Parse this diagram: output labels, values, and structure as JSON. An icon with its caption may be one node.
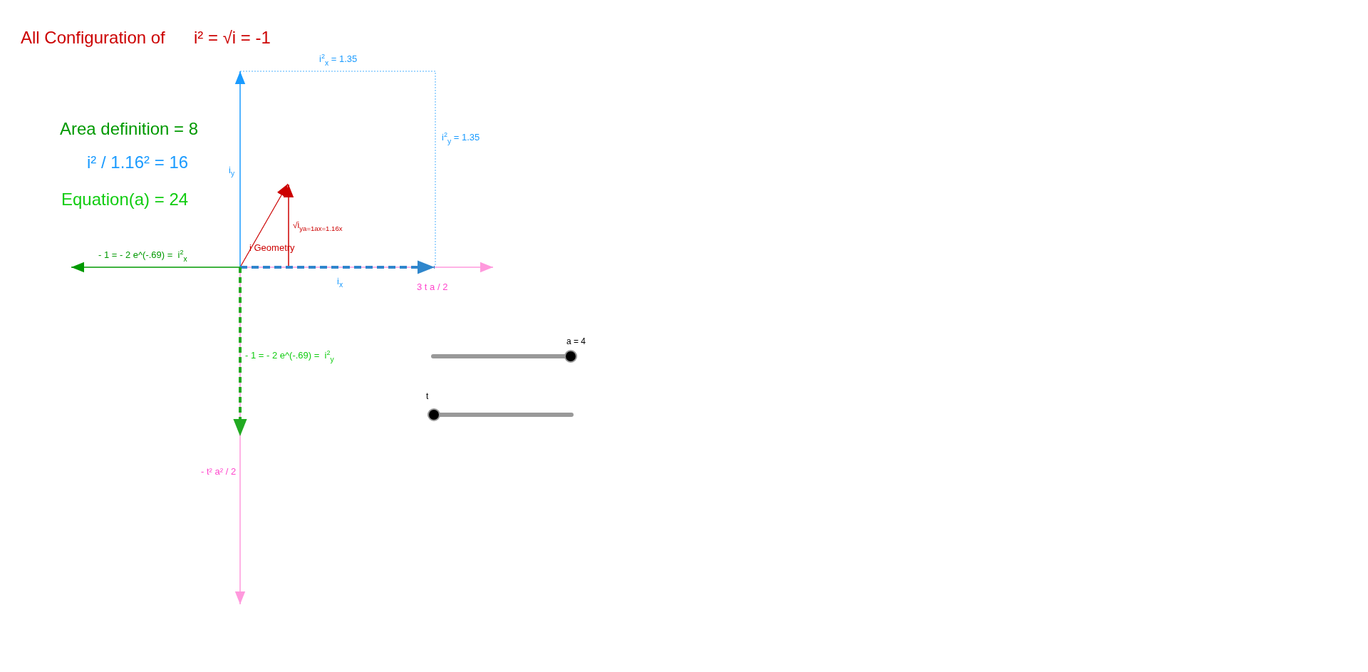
{
  "diagram": {
    "title": "All Configuration of",
    "labels": [
      "i² = √i = -1",
      "i$^{2}$$_{x}$ = 1.35",
      "Area definition = 8",
      "i$^{2}$$_{y}$ = 1.35",
      "i² / 1.16² = 16",
      "i$_{y}$",
      "Equation(a) = 24",
      "√i$_{ya=1ax=1.16x}$",
      "i Geometry",
      "- 1 = - 2 e^(-.69) =  i$^{2}$$_{x}$",
      "i$_{x}$",
      "3 t a / 2",
      "a = 4",
      "- 1 = - 2 e^(-.69) =  i$^{2}$$_{y}$",
      "t",
      "- t² a² / 2"
    ]
  }
}
